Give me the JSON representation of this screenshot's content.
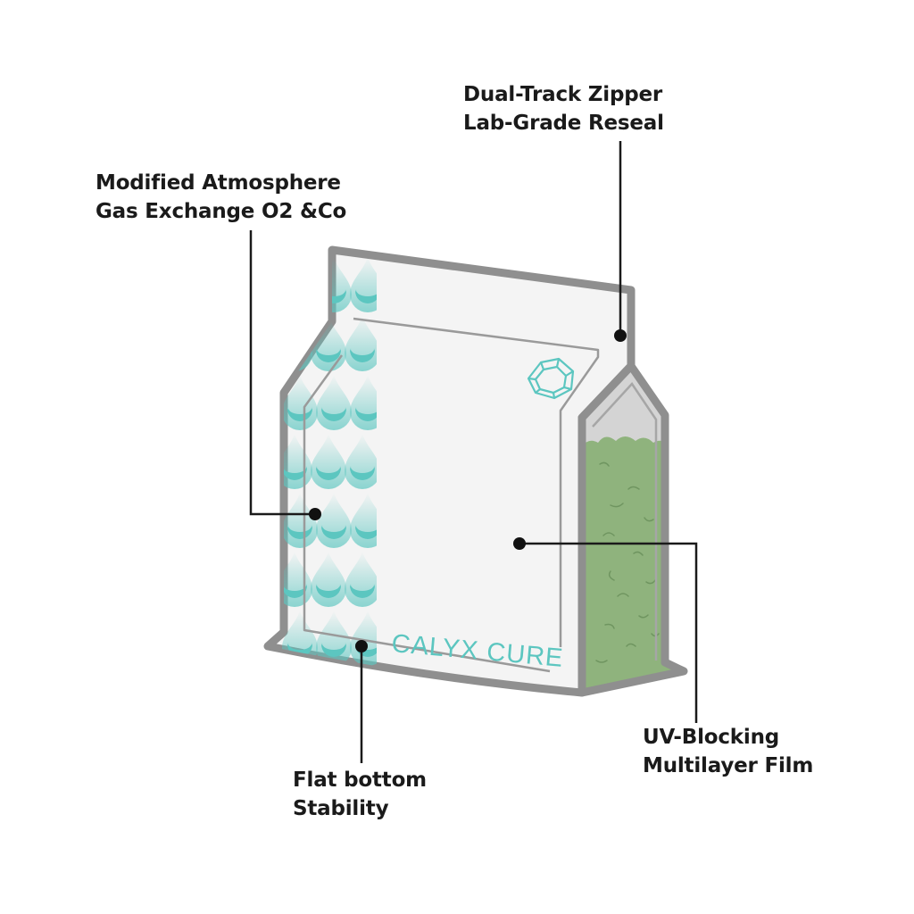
{
  "brand": {
    "name": "CALYX CURE"
  },
  "callouts": {
    "zipper": {
      "line1": "Dual-Track Zipper",
      "line2": "Lab-Grade Reseal"
    },
    "atmosphere": {
      "line1": "Modified Atmosphere",
      "line2": "Gas Exchange O2 &Co"
    },
    "uv": {
      "line1": "UV-Blocking",
      "line2": "Multilayer Film"
    },
    "bottom": {
      "line1": "Flat bottom",
      "line2": "Stability"
    }
  },
  "colors": {
    "outline": "#8f8f8f",
    "bag_fill": "#f4f4f4",
    "accent_teal": "#5cc6c0",
    "contents_green": "#8fb37d",
    "text": "#1a1a1a"
  }
}
